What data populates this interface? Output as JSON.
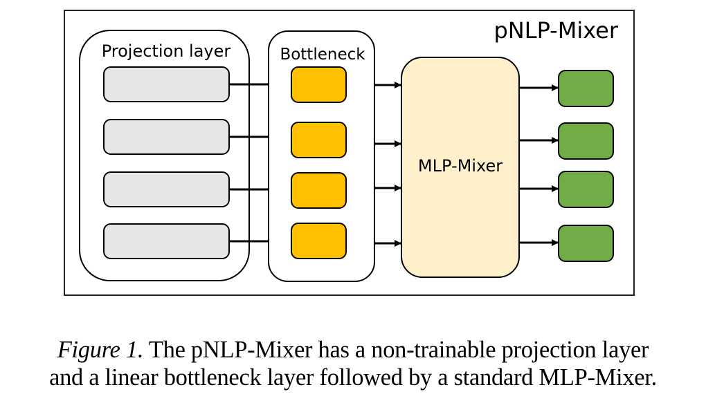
{
  "figure": {
    "title": "pNLP-Mixer",
    "projection_layer": {
      "label": "Projection layer",
      "fill": "#e6e6e6",
      "count": 4
    },
    "bottleneck": {
      "label": "Bottleneck",
      "fill": "#ffc000",
      "count": 4
    },
    "mlp_mixer": {
      "label": "MLP-Mixer",
      "fill": "#fff0cc"
    },
    "outputs": {
      "fill": "#70ad47",
      "count": 4
    }
  },
  "caption": {
    "figure_label": "Figure 1.",
    "line1_rest": " The pNLP-Mixer has a non-trainable projection layer",
    "line2": "and a linear bottleneck layer followed by a standard MLP-Mixer."
  }
}
